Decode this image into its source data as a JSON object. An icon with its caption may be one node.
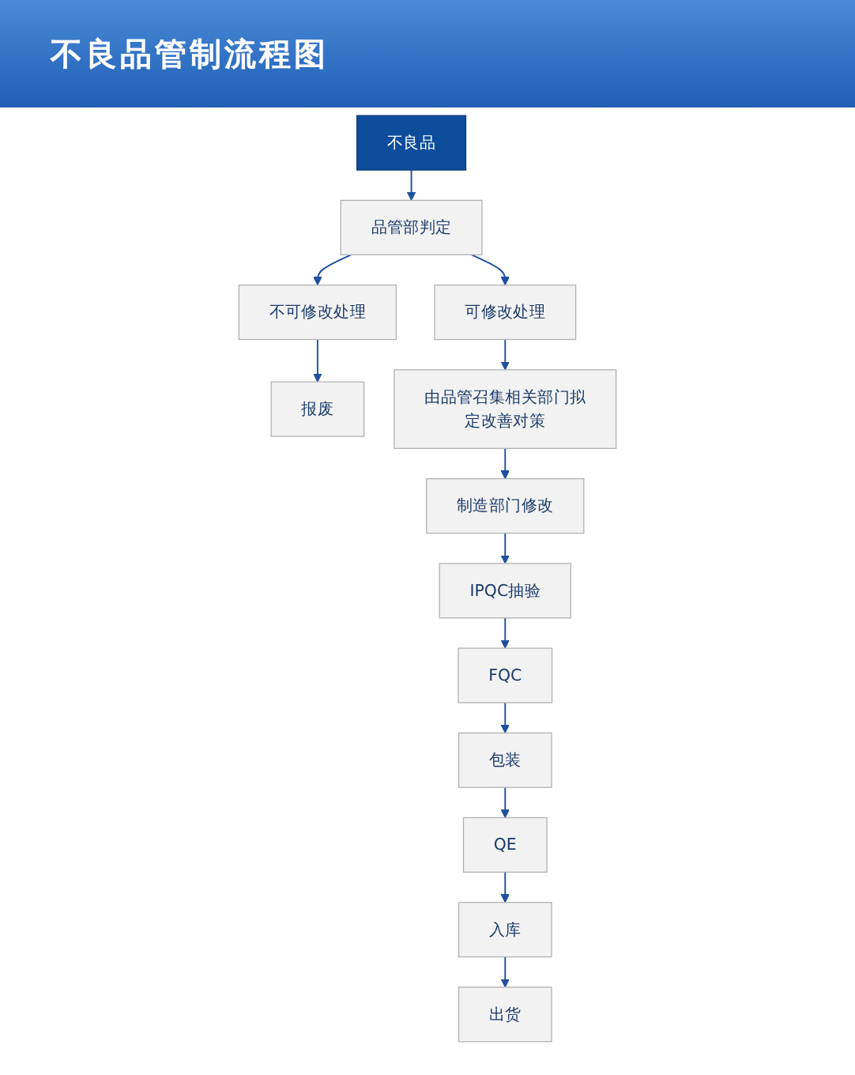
{
  "diagram": {
    "title": "不良品管制流程图",
    "nodes": [
      {
        "text": [
          "不良品"
        ]
      },
      {
        "text": [
          "品管部判定"
        ]
      },
      {
        "text": [
          "不可修改处理"
        ]
      },
      {
        "text": [
          "可修改处理"
        ]
      },
      {
        "text": [
          "报废"
        ]
      },
      {
        "text": [
          "由品管召集相关部门拟定改善对策"
        ]
      },
      {
        "text": [
          "制造部门修改"
        ]
      },
      {
        "text": [
          "IPQC抽验"
        ]
      },
      {
        "text": [
          "FQC"
        ]
      },
      {
        "text": [
          "包装"
        ]
      },
      {
        "text": [
          "QE"
        ]
      },
      {
        "text": [
          "入库"
        ]
      },
      {
        "text": [
          "出货"
        ]
      }
    ],
    "edges": [
      {
        "from": 0,
        "to": 1,
        "arrow": "to"
      },
      {
        "from": 1,
        "to": 2,
        "arrow": "to"
      },
      {
        "from": 1,
        "to": 3,
        "arrow": "to"
      },
      {
        "from": 2,
        "to": 4,
        "arrow": "to"
      },
      {
        "from": 3,
        "to": 5,
        "arrow": "to"
      },
      {
        "from": 5,
        "to": 6,
        "arrow": "to"
      },
      {
        "from": 6,
        "to": 7,
        "arrow": "to"
      },
      {
        "from": 7,
        "to": 8,
        "arrow": "to"
      },
      {
        "from": 8,
        "to": 9,
        "arrow": "to"
      },
      {
        "from": 9,
        "to": 10,
        "arrow": "to"
      },
      {
        "from": 10,
        "to": 11,
        "arrow": "to"
      },
      {
        "from": 11,
        "to": 12,
        "arrow": "to"
      }
    ]
  }
}
